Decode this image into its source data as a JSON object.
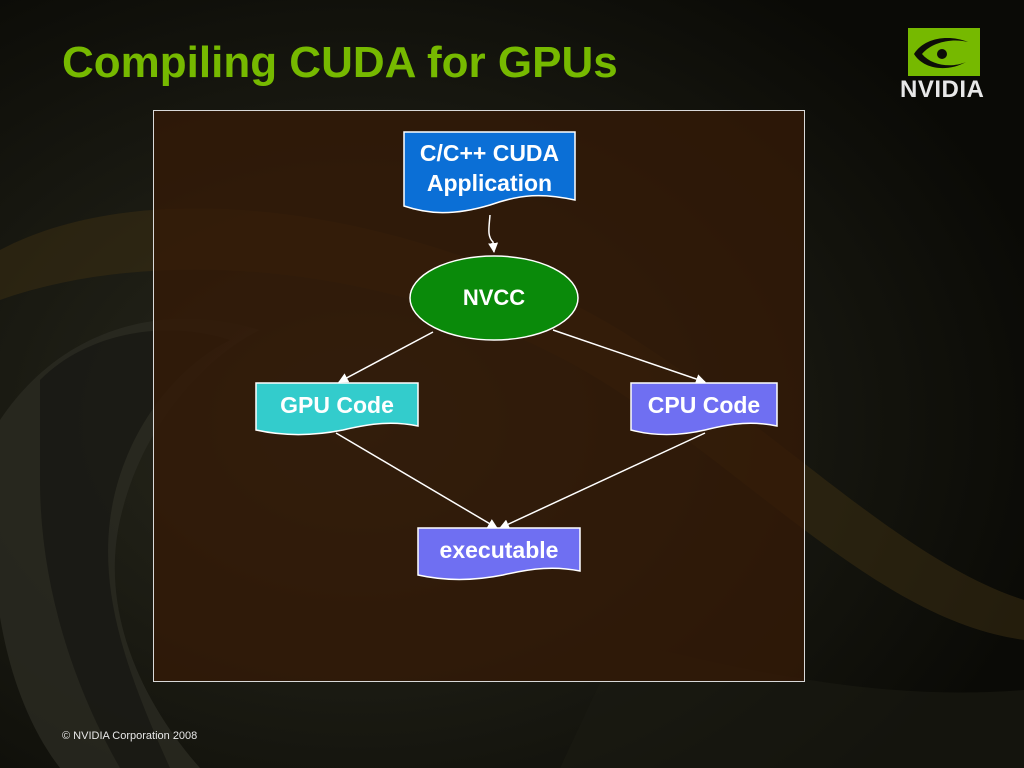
{
  "slide": {
    "title": "Compiling CUDA for GPUs",
    "footer": "© NVIDIA Corporation 2008"
  },
  "logo": {
    "brand": "NVIDIA",
    "text": "NVIDIA",
    "mark_color": "#76b900"
  },
  "diagram": {
    "nodes": {
      "application": {
        "line1": "C/C++ CUDA",
        "line2": "Application",
        "shape": "document",
        "fill": "#0b6fd6"
      },
      "nvcc": {
        "label": "NVCC",
        "shape": "ellipse",
        "fill": "#0a8a0a"
      },
      "gpu_code": {
        "label": "GPU Code",
        "shape": "document",
        "fill": "#33cccc"
      },
      "cpu_code": {
        "label": "CPU Code",
        "shape": "document",
        "fill": "#6f6ff2"
      },
      "executable": {
        "label": "executable",
        "shape": "document",
        "fill": "#6f6ff2"
      }
    },
    "edges": [
      {
        "from": "application",
        "to": "nvcc"
      },
      {
        "from": "nvcc",
        "to": "gpu_code"
      },
      {
        "from": "nvcc",
        "to": "cpu_code"
      },
      {
        "from": "gpu_code",
        "to": "executable"
      },
      {
        "from": "cpu_code",
        "to": "executable"
      }
    ],
    "frame_border_color": "#d9d9d9",
    "frame_fill": "#341a06"
  }
}
